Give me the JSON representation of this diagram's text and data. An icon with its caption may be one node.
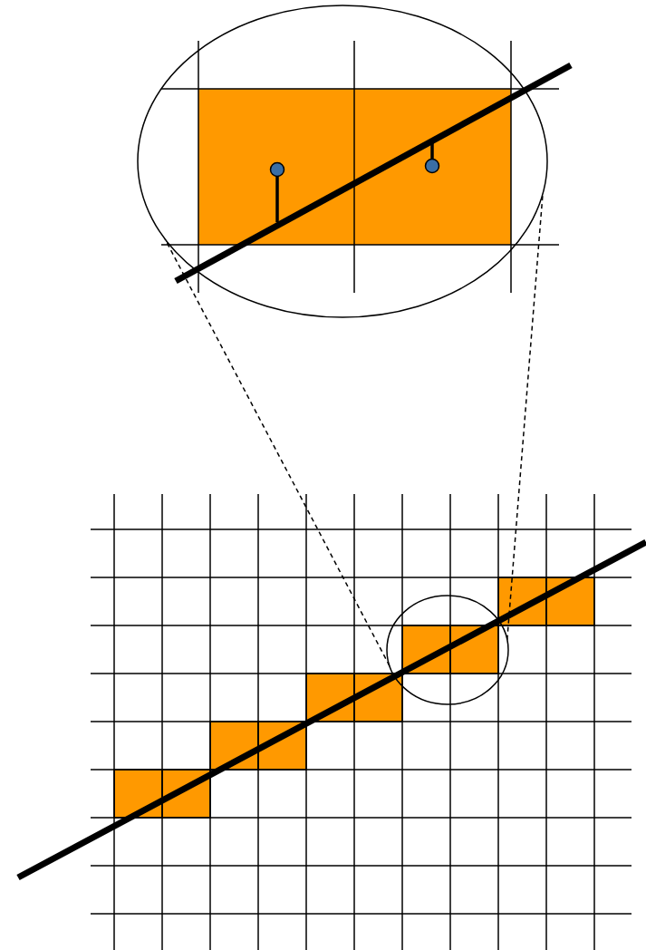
{
  "diagram": {
    "nodes": [
      {
        "text": [],
        "shape": "circle"
      },
      {
        "text": [],
        "shape": "circle"
      }
    ],
    "edges": [
      {
        "from": 1,
        "to": 0,
        "arrow": "none",
        "style": "dashed"
      },
      {
        "from": 1,
        "to": 0,
        "arrow": "none",
        "style": "dashed"
      }
    ]
  }
}
